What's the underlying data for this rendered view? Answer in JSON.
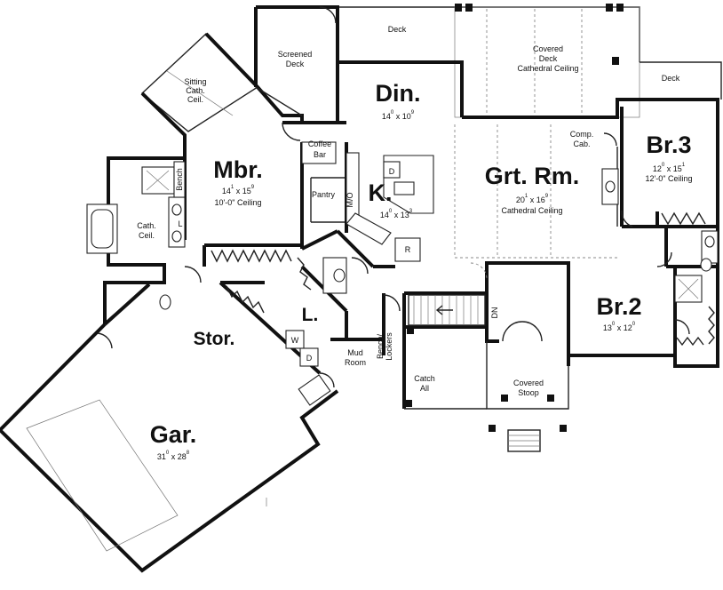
{
  "rooms": {
    "din": {
      "name": "Din.",
      "dim_a": "14",
      "dim_a_sup": "0",
      "dim_b": "10",
      "dim_b_sup": "9"
    },
    "mbr": {
      "name": "Mbr.",
      "dim_a": "14",
      "dim_a_sup": "1",
      "dim_b": "15",
      "dim_b_sup": "9",
      "note": "10'-0\" Ceiling"
    },
    "k": {
      "name": "K.",
      "dim_a": "14",
      "dim_a_sup": "0",
      "dim_b": "13",
      "dim_b_sup": "3"
    },
    "grt": {
      "name": "Grt. Rm.",
      "dim_a": "20",
      "dim_a_sup": "1",
      "dim_b": "16",
      "dim_b_sup": "9",
      "note": "Cathedral Ceiling"
    },
    "br3": {
      "name": "Br.3",
      "dim_a": "12",
      "dim_a_sup": "0",
      "dim_b": "15",
      "dim_b_sup": "1",
      "note": "12'-0\" Ceiling"
    },
    "br2": {
      "name": "Br.2",
      "dim_a": "13",
      "dim_a_sup": "0",
      "dim_b": "12",
      "dim_b_sup": "0"
    },
    "gar": {
      "name": "Gar.",
      "dim_a": "31",
      "dim_a_sup": "0",
      "dim_b": "28",
      "dim_b_sup": "8"
    },
    "stor": {
      "name": "Stor."
    },
    "laundry": {
      "name": "L."
    }
  },
  "labels": {
    "deck_top": "Deck",
    "covered_deck": "Covered",
    "covered_deck_2": "Deck",
    "covered_deck_3": "Cathedral Ceiling",
    "deck_right": "Deck",
    "screened": "Screened",
    "screened_2": "Deck",
    "sitting": "Sitting",
    "sitting_2": "Cath.",
    "sitting_3": "Ceil.",
    "coffee": "Coffee",
    "coffee_2": "Bar",
    "pantry": "Pantry",
    "mo": "M/O",
    "comp": "Comp.",
    "comp_2": "Cab.",
    "bath": "Cath.",
    "bath_2": "Ceil.",
    "bench": "Bench",
    "bench_lockers": "Bench/",
    "bench_lockers_2": "Lockers",
    "mud": "Mud",
    "mud_2": "Room",
    "catch": "Catch",
    "catch_2": "All",
    "stoop": "Covered",
    "stoop_2": "Stoop",
    "dn": "DN",
    "w": "W",
    "d": "D",
    "d2": "D",
    "l": "L",
    "r": "R",
    "x": "x"
  }
}
